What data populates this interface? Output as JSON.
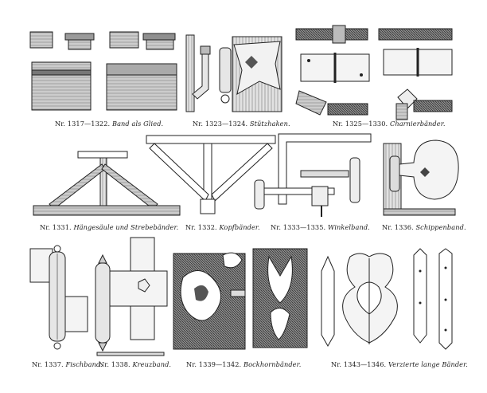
{
  "captions": [
    {
      "number": "Nr. 1317—1322.",
      "label": "Band als Glied."
    },
    {
      "number": "Nr. 1323—1324.",
      "label": "Stützhaken."
    },
    {
      "number": "Nr. 1325—1330.",
      "label": "Charnierbänder."
    },
    {
      "number": "Nr. 1331.",
      "label": "Hängesäule und Strebebänder."
    },
    {
      "number": "Nr. 1332.",
      "label": "Kopfbänder."
    },
    {
      "number": "Nr. 1333—1335.",
      "label": "Winkelband."
    },
    {
      "number": "Nr. 1336.",
      "label": "Schippenband."
    },
    {
      "number": "Nr. 1337.",
      "label": "Fischband."
    },
    {
      "number": "Nr. 1338.",
      "label": "Kreuzband."
    },
    {
      "number": "Nr. 1339—1342.",
      "label": "Bockhornbänder."
    },
    {
      "number": "Nr. 1343—1346.",
      "label": "Verzierte lange Bänder."
    }
  ],
  "colors": {
    "ink": "#1a1a1a",
    "wood": "#bdbdbd",
    "paper": "#ffffff",
    "metal": "#e6e6e6"
  }
}
